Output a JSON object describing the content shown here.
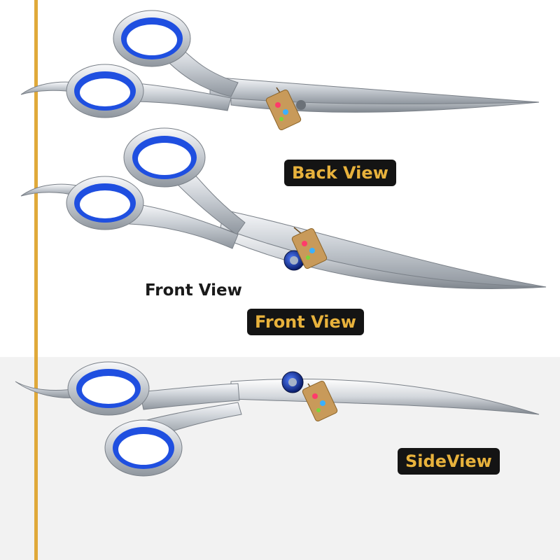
{
  "labels": {
    "back_view": "Back View",
    "front_view_plain": "Front View",
    "front_view": "Front View",
    "side_view": "SideView"
  },
  "colors": {
    "background_top": "#ffffff",
    "background_bottom": "#f2f2f2",
    "vertical_stripe": "#e0a93a",
    "ring_blue": "#1f4fe0",
    "badge_background": "#141414",
    "badge_text": "#e8b23c",
    "steel": "#d9dde2"
  },
  "scissors": [
    {
      "view": "back",
      "tag_icon": "tag-icon"
    },
    {
      "view": "front",
      "tag_icon": "tag-icon"
    },
    {
      "view": "side",
      "tag_icon": "tag-icon"
    }
  ]
}
